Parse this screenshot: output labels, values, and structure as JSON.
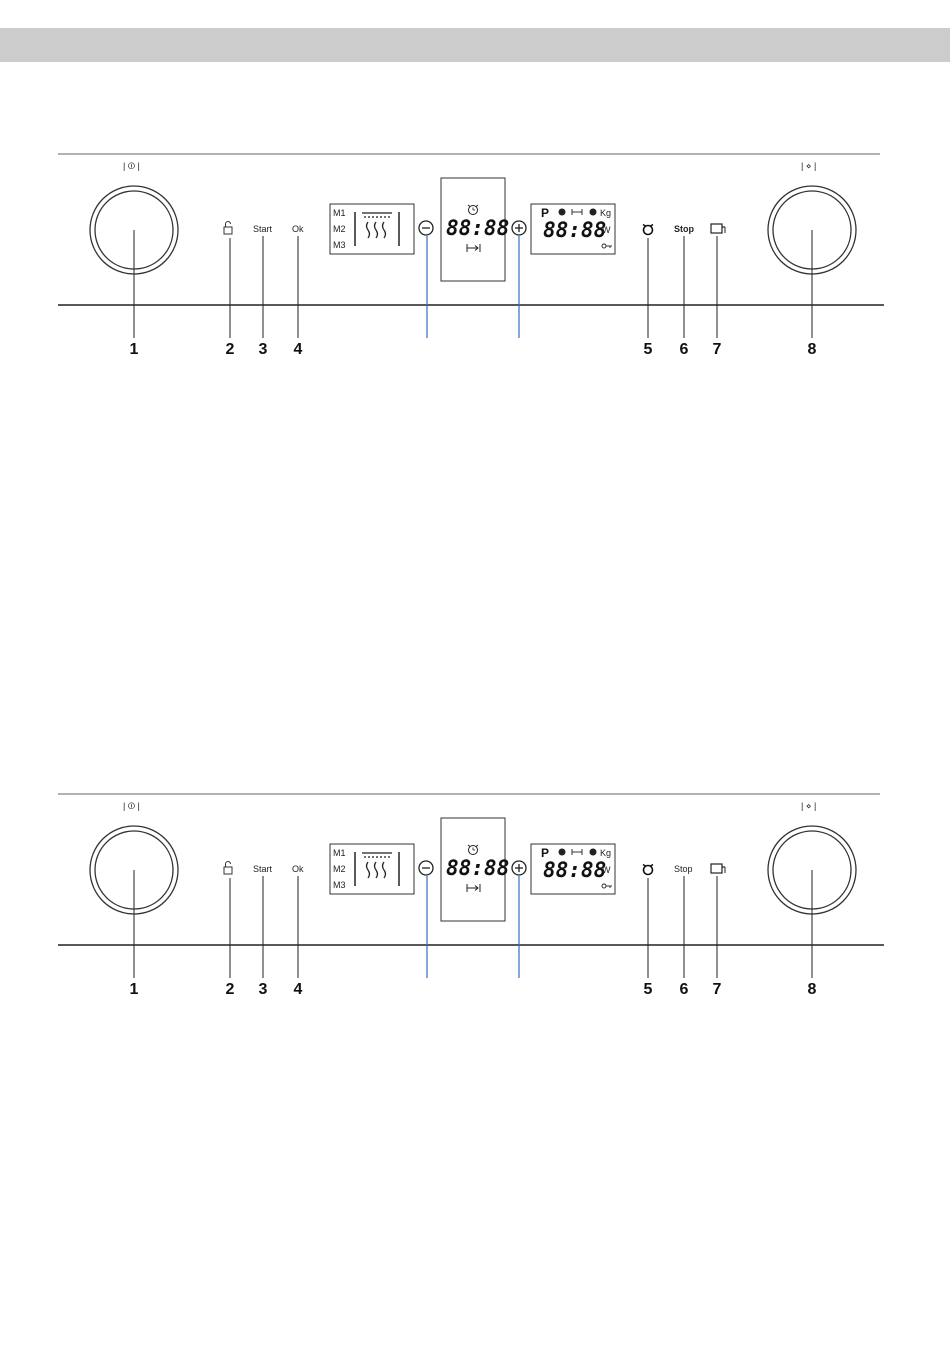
{
  "colors": {
    "header_bar": "#cccccc",
    "panel_line": "#555555",
    "leader_line": "#2f6fbf",
    "outline": "#333333"
  },
  "panel": {
    "left_knob_symbol": "| ⏼ |",
    "right_knob_symbol": "| ⋄ |",
    "buttons": {
      "lock_icon": "lock-icon",
      "start_label": "Start",
      "ok_label": "Ok",
      "alarm_icon": "alarm-clock-icon",
      "stop_label": "Stop",
      "door_icon": "door-icon"
    },
    "mode_display": {
      "labels": [
        "M1",
        "M2",
        "M3"
      ],
      "icon": "steam-grill-icon"
    },
    "timer_display": {
      "digits": "88:88",
      "top_icon": "alarm-clock-icon",
      "bottom_icon": "end-time-icon"
    },
    "minus_icon": "minus-circle-icon",
    "plus_icon": "plus-circle-icon",
    "program_display": {
      "p_label": "P",
      "digits": "88:88",
      "kg_label": "Kg",
      "w_label": "W",
      "key_icon": "key-icon"
    },
    "callouts": [
      "1",
      "2",
      "3",
      "4",
      "5",
      "6",
      "7",
      "8"
    ]
  }
}
